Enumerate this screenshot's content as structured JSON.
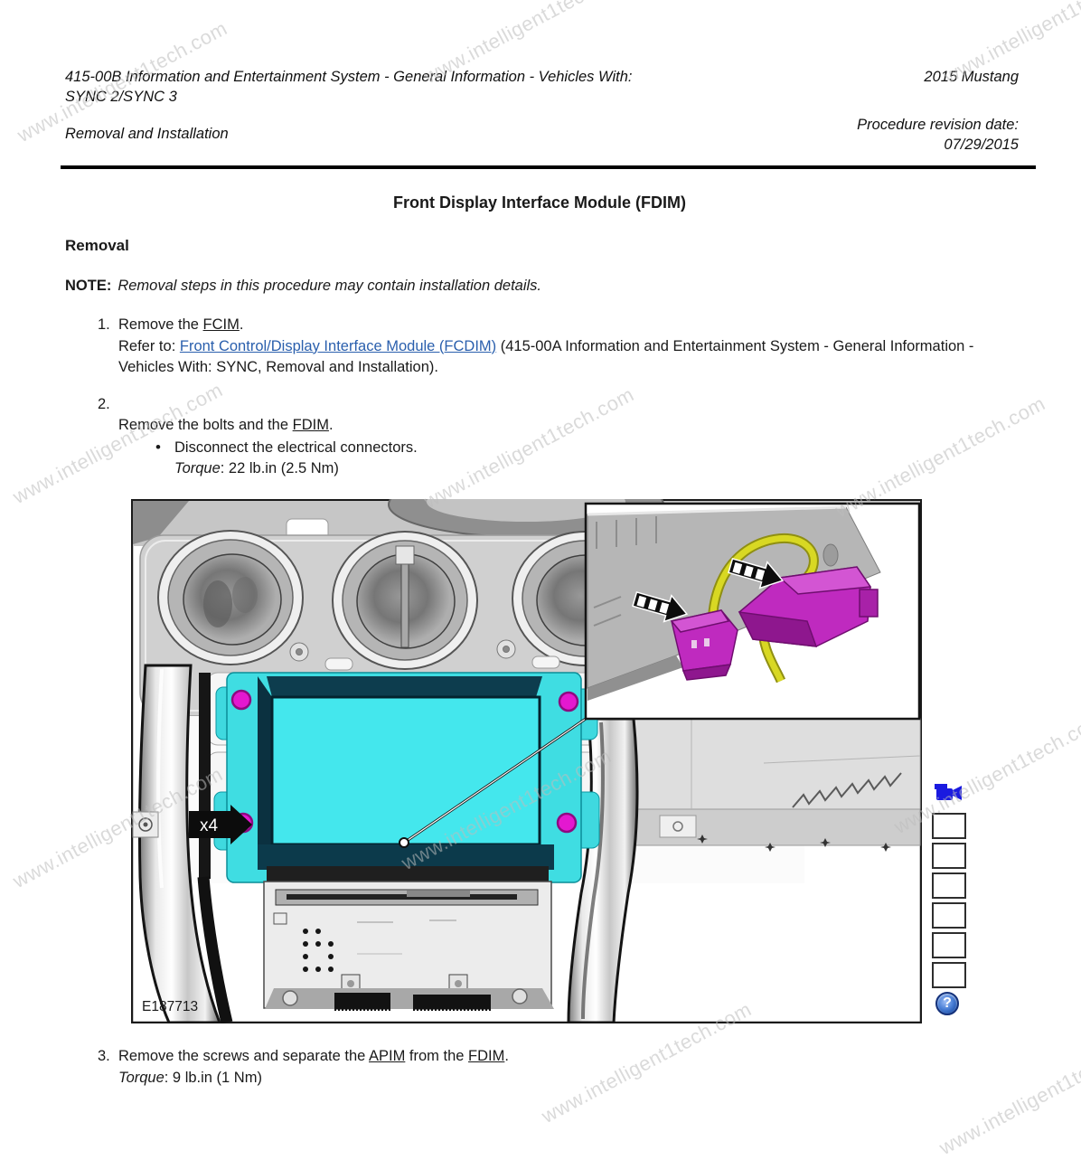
{
  "page": {
    "header": {
      "doc_title_line1": "415-00B Information and Entertainment System - General Information - Vehicles With:",
      "doc_title_line2": "SYNC 2/SYNC 3",
      "doc_subtitle": "Removal and Installation",
      "vehicle": "2015 Mustang",
      "revision_label": "Procedure revision date:",
      "revision_date": "07/29/2015"
    },
    "section_title": "Front Display Interface Module (FDIM)",
    "removal_heading": "Removal",
    "note_label": "NOTE:",
    "note_text": "Removal steps in this procedure may contain installation details.",
    "steps": {
      "step1_num": "1.",
      "step1_pre": "Remove the ",
      "step1_link": "FCIM",
      "step1_post": ".",
      "step1_refer_pre": "Refer to: ",
      "step1_refer_link": "Front Control/Display Interface Module (FCDIM)",
      "step1_refer_post": " (415-00A Information and Entertainment System - General Information - Vehicles With: SYNC, Removal and Installation).",
      "step2_num": "2.",
      "step2_pre": "Remove the bolts and the ",
      "step2_link": "FDIM",
      "step2_post": ".",
      "step2_bullet_glyph": "•",
      "step2_bullet": "Disconnect the electrical connectors.",
      "step2_torque_label": "Torque",
      "step2_torque_value": ": 22 lb.in (2.5 Nm)",
      "step3_num": "3.",
      "step3_pre": "Remove the screws and separate the ",
      "step3_link1": "APIM",
      "step3_mid": " from the ",
      "step3_link2": "FDIM",
      "step3_post": ".",
      "step3_torque_label": "Torque",
      "step3_torque_value": ": 9 lb.in (1 Nm)"
    },
    "figure": {
      "figure_id": "E187713",
      "quantity_label": "x4"
    },
    "sidebar": {
      "video_icon": "video-camera-icon",
      "thumbnail_count": "6",
      "help_icon": "help-question-icon",
      "help_glyph": "?"
    },
    "watermark": "www.intelligent1tech.com",
    "colors": {
      "link_blue": "#2a5fad",
      "screen_cyan": "#3fdde2",
      "screen_cyan_bright": "#44e7ed",
      "screen_dark_teal": "#0d3d4e",
      "screw_magenta": "#e418d0",
      "connector_magenta": "#bf2abf",
      "cable_yellow": "#d8d823",
      "video_icon_blue": "#1a1ae0",
      "help_icon_blue": "#1d4fa8"
    }
  }
}
